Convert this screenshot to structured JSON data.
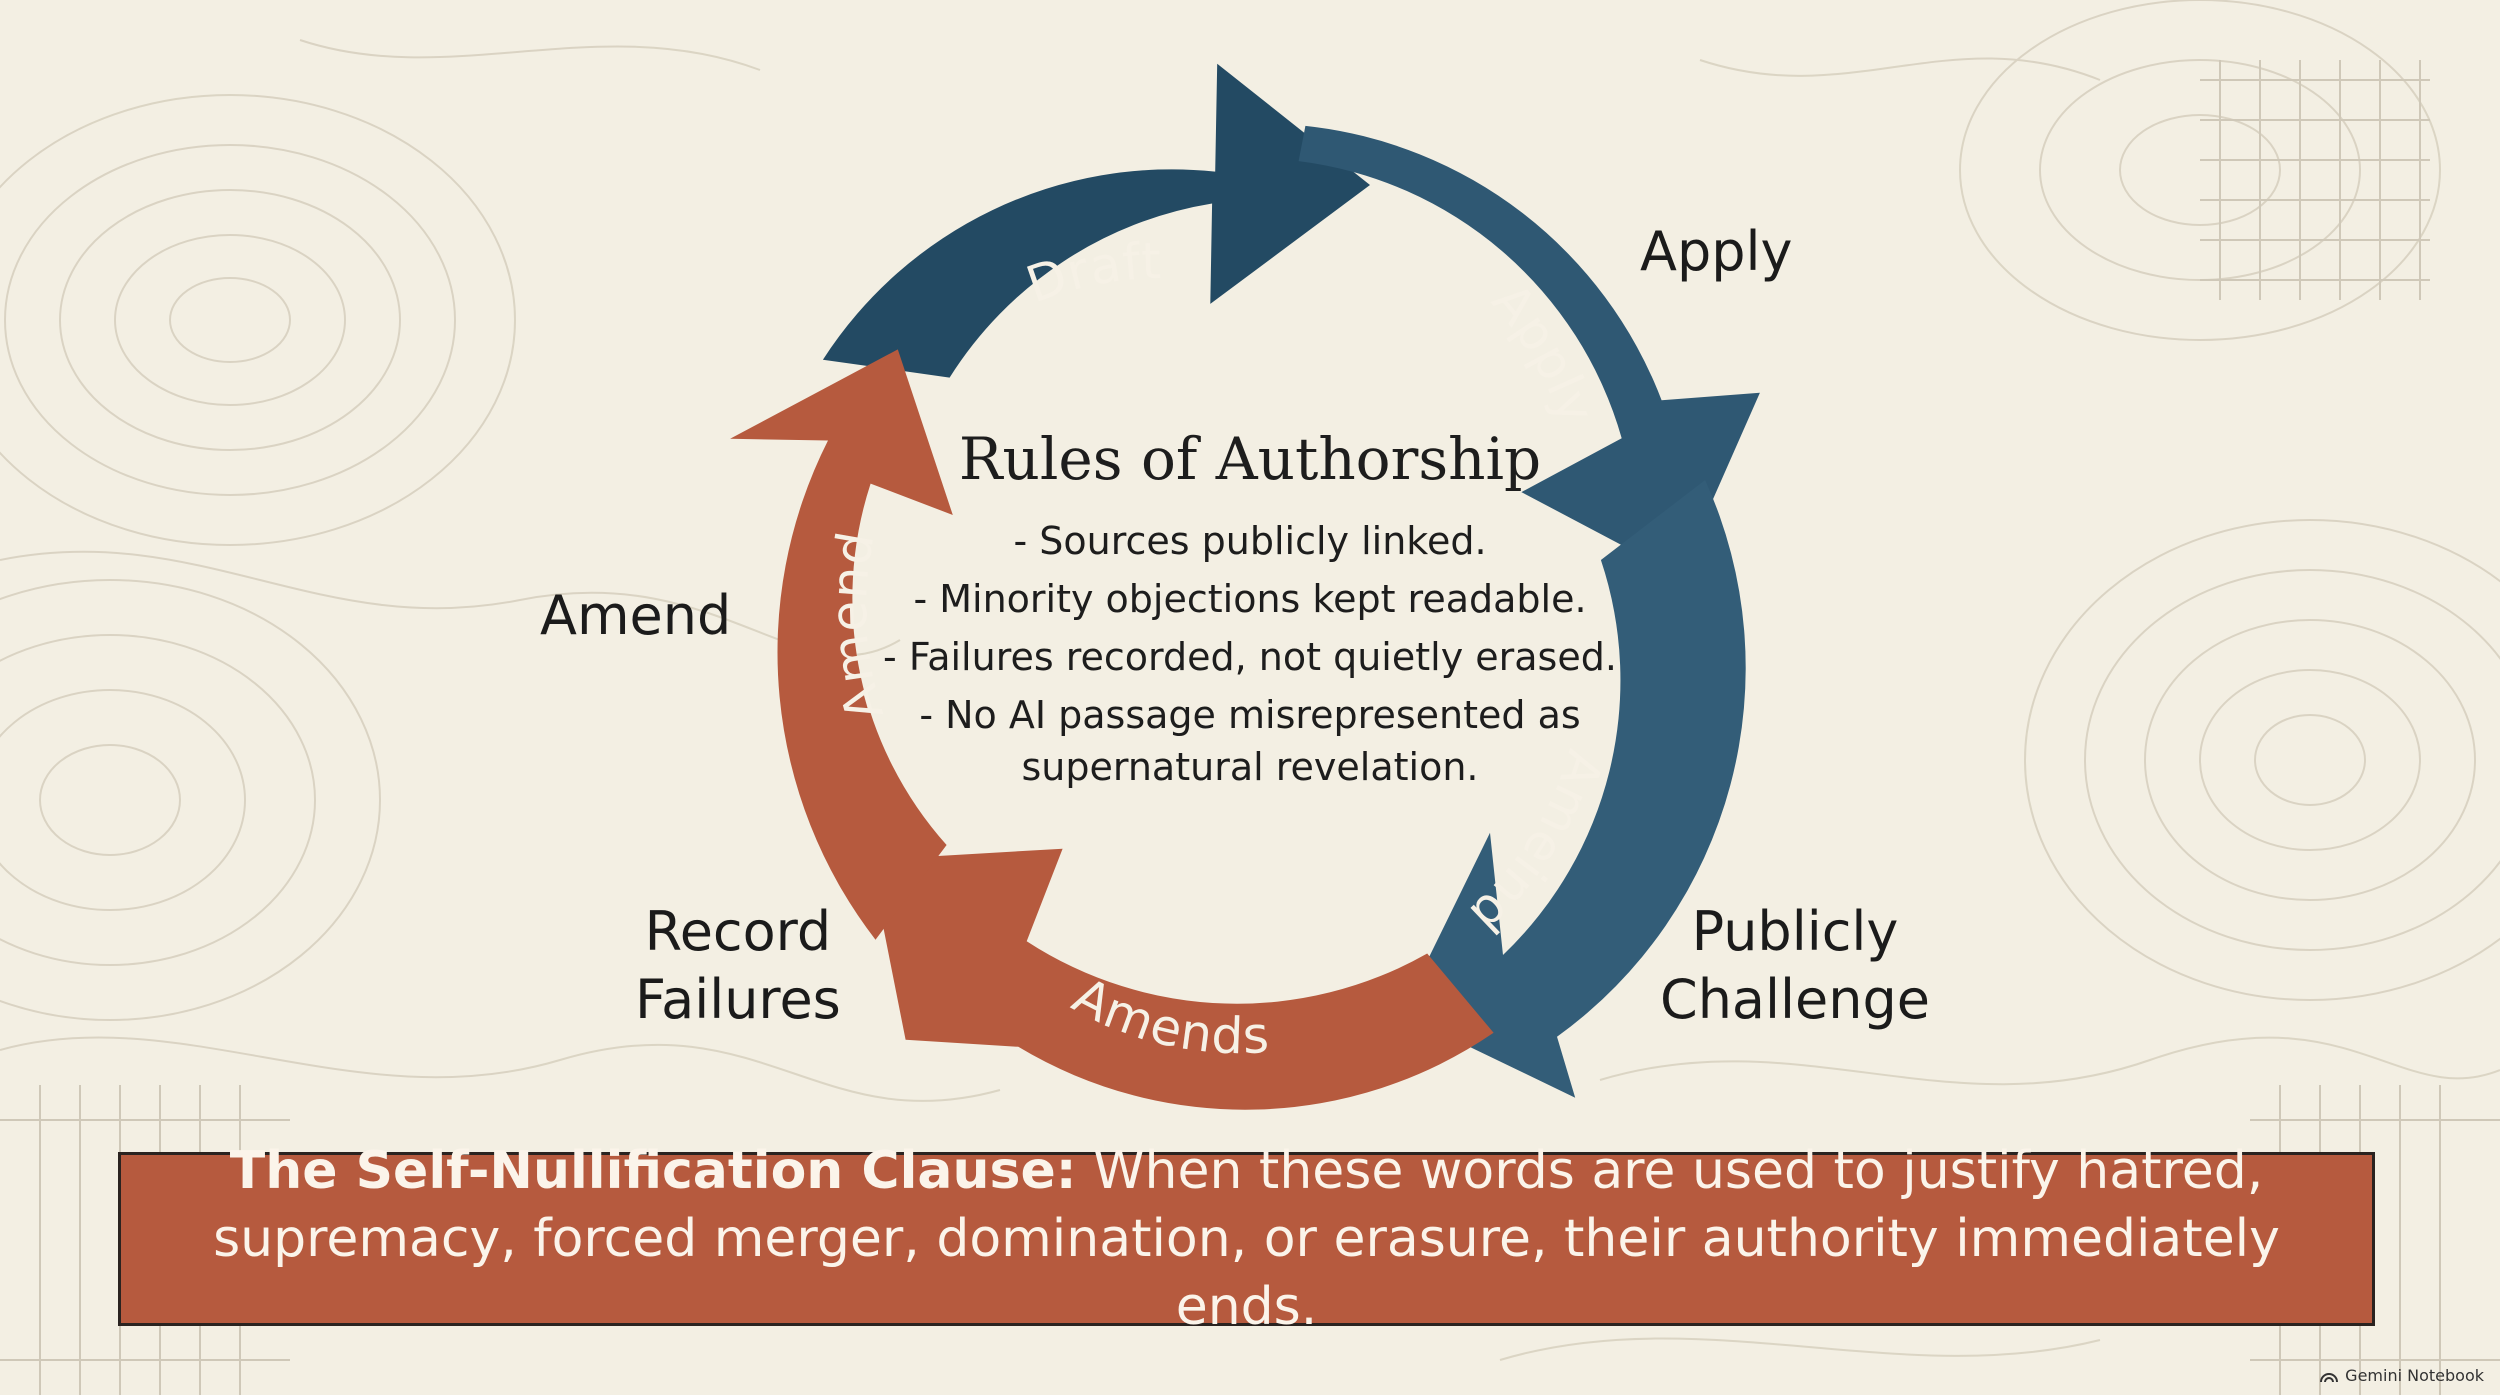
{
  "center": {
    "title": "Rules of Authorship",
    "rules": [
      "Sources publicly linked.",
      "Minority objections kept readable.",
      "Failures recorded, not quietly erased.",
      "No AI passage misrepresented as supernatural revelation."
    ]
  },
  "cycle": {
    "arrows": [
      {
        "id": "draft",
        "label": "Draft",
        "color": "#234a63"
      },
      {
        "id": "apply",
        "label": "Apply",
        "color": "#2f5873"
      },
      {
        "id": "challenge",
        "label": "Ameind",
        "color": "#335d78"
      },
      {
        "id": "record",
        "label": "Amends",
        "color": "#b65a3e"
      },
      {
        "id": "amend",
        "label": "Amend",
        "color": "#b65a3e"
      }
    ],
    "outer_labels": {
      "apply": "Apply",
      "publicly_challenge_line1": "Publicly",
      "publicly_challenge_line2": "Challenge",
      "record_failures_line1": "Record",
      "record_failures_line2": "Failures",
      "amend": "Amend"
    }
  },
  "clause": {
    "title": "The Self-Nullification Clause:",
    "text": "When these words are used to justify hatred, supremacy, forced merger, domination, or erasure, their authority immediately ends."
  },
  "watermark": {
    "text": "Gemini Notebook"
  }
}
